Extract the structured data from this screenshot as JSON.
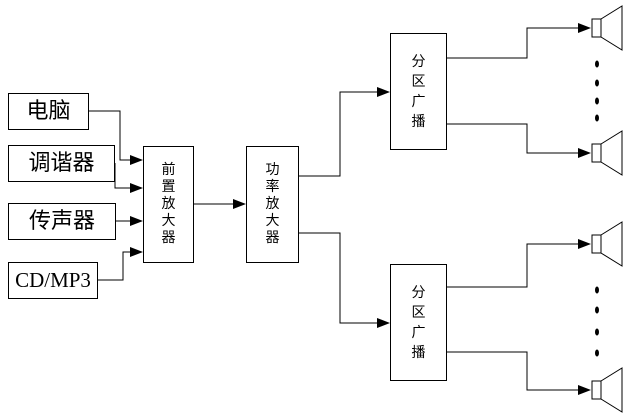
{
  "sources": [
    {
      "id": "computer",
      "label": "电脑"
    },
    {
      "id": "tuner",
      "label": "调谐器"
    },
    {
      "id": "microphone",
      "label": "传声器"
    },
    {
      "id": "cd-mp3",
      "label": "CD/MP3"
    }
  ],
  "preamp": {
    "chars": [
      "前",
      "置",
      "放",
      "大",
      "器"
    ]
  },
  "power_amp": {
    "chars": [
      "功",
      "率",
      "放",
      "大",
      "器"
    ]
  },
  "zones": [
    {
      "id": "zone-upper",
      "chars": [
        "分",
        "区",
        "广",
        "播"
      ]
    },
    {
      "id": "zone-lower",
      "chars": [
        "分",
        "区",
        "广",
        "播"
      ]
    }
  ],
  "speakers_per_zone": 2,
  "line_color": "#000000",
  "background_color": "#ffffff"
}
